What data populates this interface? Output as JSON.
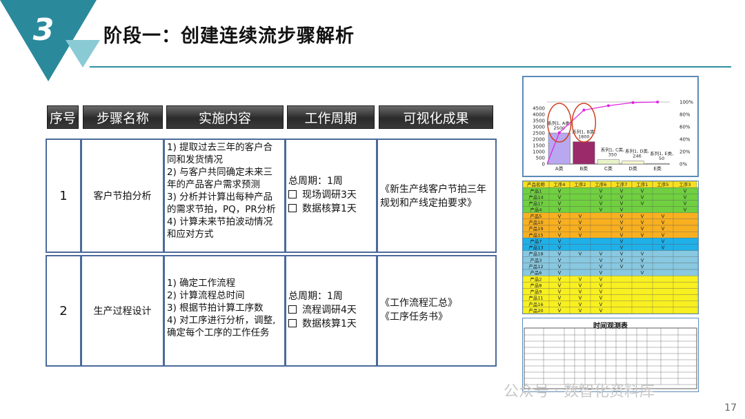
{
  "header": {
    "section_number": "3",
    "title": "阶段一：创建连续流步骤解析"
  },
  "table": {
    "columns": [
      "序号",
      "步骤名称",
      "实施内容",
      "工作周期",
      "可视化成果"
    ],
    "rows": [
      {
        "no": "1",
        "step": "客户节拍分析",
        "content": [
          "1) 提取过去三年的客户合",
          "同和发货情况",
          "2) 与客户共同确定未来三",
          "年的产品客户需求预测",
          "3) 分析并计算出每种产品",
          "的需求节拍，PQ，PR分析",
          "4) 计算未来节拍波动情况",
          "和应对方式"
        ],
        "period_total": "总周期：1周",
        "period_items": [
          "现场调研3天",
          "数据核算1天"
        ],
        "output": [
          "《新生产线客户节拍三年",
          "规划和产线定拍要求》"
        ]
      },
      {
        "no": "2",
        "step": "生产过程设计",
        "content": [
          "1) 确定工作流程",
          "2) 计算流程总时间",
          "3) 根据节拍计算工序数",
          "4) 对工序进行分析，调整,",
          "确定每个工序的工作任务"
        ],
        "period_total": "总周期：1周",
        "period_items": [
          "流程调研4天",
          "数据核算1天"
        ],
        "output": [
          "《工作流程汇总》",
          "《工序任务书》"
        ]
      }
    ]
  },
  "pareto_chart": {
    "type": "bar",
    "categories": [
      "A类",
      "B类",
      "C类",
      "D类",
      "E类"
    ],
    "values": [
      2500,
      1800,
      350,
      246,
      50
    ],
    "bar_labels": [
      "系列1, A类, 2500",
      "系列1, B类, 1800",
      "系列1, C类, 350",
      "系列1, D类, 246",
      "系列1, E类, 50"
    ],
    "ylim": [
      0,
      5000
    ],
    "y_ticks": [
      "0",
      "500",
      "1000",
      "1500",
      "2000",
      "2500",
      "3000",
      "3500",
      "4000",
      "4500"
    ],
    "y2_ticks": [
      "0%",
      "20%",
      "40%",
      "60%",
      "80%",
      "100%"
    ],
    "colors": [
      "#b8a8f0",
      "#9a2a6a",
      "#e8f4c8",
      "#f8f8d0",
      "#e8f0f8"
    ],
    "line_color": "#e020e0",
    "circle_color": "#d04020"
  },
  "matrix": {
    "headers": [
      "产品名称",
      "工序4",
      "工序2",
      "工序6",
      "工序7",
      "工序1",
      "工序5",
      "工序3"
    ],
    "rows": [
      {
        "name": "产品1",
        "marks": [
          1,
          0,
          1,
          1,
          1,
          0,
          1
        ],
        "color": "#70d040"
      },
      {
        "name": "产品14",
        "marks": [
          1,
          0,
          1,
          1,
          1,
          0,
          1
        ],
        "color": "#70d040"
      },
      {
        "name": "产品17",
        "marks": [
          1,
          0,
          1,
          1,
          1,
          0,
          1
        ],
        "color": "#70d040"
      },
      {
        "name": "产品4",
        "marks": [
          1,
          0,
          1,
          1,
          0,
          0,
          1
        ],
        "color": "#70d040"
      },
      {
        "name": "产品5",
        "marks": [
          1,
          1,
          0,
          1,
          1,
          1,
          0
        ],
        "color": "#f8b020"
      },
      {
        "name": "产品10",
        "marks": [
          1,
          1,
          0,
          1,
          1,
          1,
          0
        ],
        "color": "#f8b020"
      },
      {
        "name": "产品19",
        "marks": [
          1,
          1,
          0,
          1,
          1,
          1,
          0
        ],
        "color": "#f8b020"
      },
      {
        "name": "产品15",
        "marks": [
          1,
          1,
          0,
          1,
          1,
          1,
          0
        ],
        "color": "#f8b020"
      },
      {
        "name": "产品7",
        "marks": [
          1,
          0,
          0,
          1,
          0,
          1,
          0
        ],
        "color": "#20b0e8"
      },
      {
        "name": "产品13",
        "marks": [
          1,
          0,
          0,
          1,
          0,
          1,
          0
        ],
        "color": "#20b0e8"
      },
      {
        "name": "产品18",
        "marks": [
          1,
          1,
          1,
          1,
          1,
          0,
          0
        ],
        "color": "#88c8e0"
      },
      {
        "name": "产品3",
        "marks": [
          1,
          0,
          1,
          1,
          1,
          0,
          0
        ],
        "color": "#88c8e0"
      },
      {
        "name": "产品12",
        "marks": [
          1,
          0,
          1,
          1,
          1,
          0,
          0
        ],
        "color": "#88c8e0"
      },
      {
        "name": "产品6",
        "marks": [
          1,
          0,
          1,
          0,
          1,
          0,
          0
        ],
        "color": "#88c8e0"
      },
      {
        "name": "产品2",
        "marks": [
          1,
          1,
          1,
          0,
          0,
          0,
          0
        ],
        "color": "#f8f020"
      },
      {
        "name": "产品8",
        "marks": [
          1,
          1,
          1,
          0,
          0,
          0,
          0
        ],
        "color": "#f8f020"
      },
      {
        "name": "产品9",
        "marks": [
          1,
          1,
          1,
          0,
          0,
          0,
          0
        ],
        "color": "#f8f020"
      },
      {
        "name": "产品11",
        "marks": [
          1,
          1,
          1,
          0,
          0,
          0,
          0
        ],
        "color": "#f8f020"
      },
      {
        "name": "产品16",
        "marks": [
          1,
          1,
          1,
          0,
          0,
          0,
          0
        ],
        "color": "#f8f020"
      },
      {
        "name": "产品20",
        "marks": [
          1,
          1,
          1,
          0,
          0,
          0,
          0
        ],
        "color": "#f8f020"
      }
    ],
    "mark": "V"
  },
  "time_sheet": {
    "title": "时间观测表"
  },
  "watermark": "公众号 · 数智化资料库",
  "page_number": "17",
  "colors": {
    "accent": "#2e8fa0",
    "table_border": "#4a6a9a"
  }
}
